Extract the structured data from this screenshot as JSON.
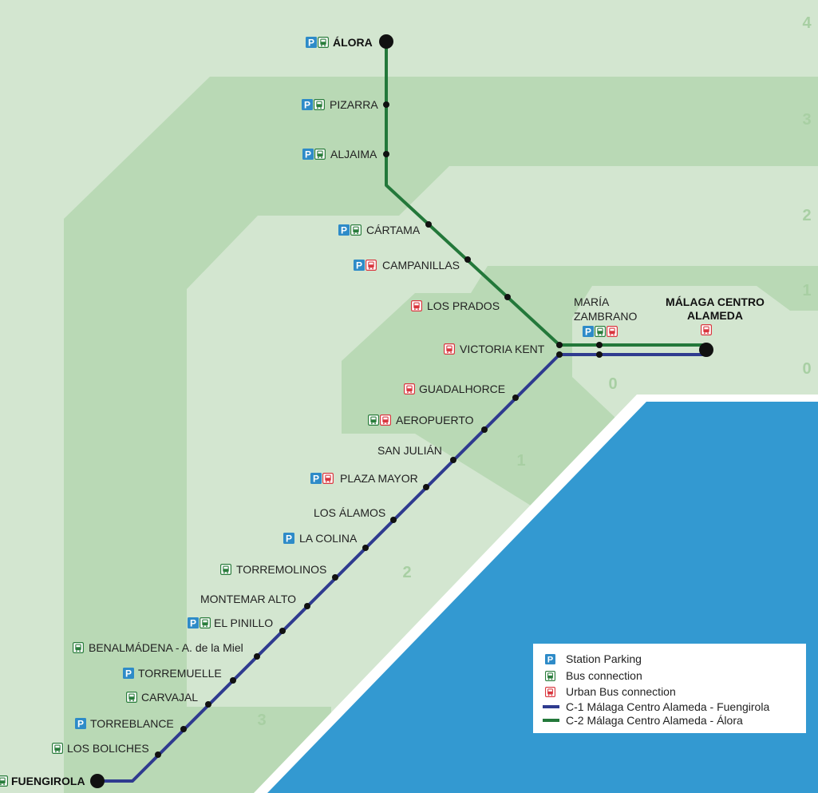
{
  "colors": {
    "background": "#d3e6d0",
    "zone_light": "#d3e6d0",
    "zone_mid": "#b9d9b5",
    "zone_tone": "#c8e0c4",
    "sea": "#3399d1",
    "line_c1": "#2f3b8f",
    "line_c2": "#23783a",
    "parking": "#2e8bc8",
    "bus": "#2a7d3c",
    "urban_bus": "#d9363e"
  },
  "zones": {
    "z4": "4",
    "z3": "3",
    "z2": "2",
    "z1": "1",
    "z0_east": "0",
    "z0": "0",
    "z1_inner": "1",
    "z2_inner": "2",
    "z3_inner": "3"
  },
  "stations": {
    "alora": {
      "name": "ÁLORA",
      "icons": [
        "parking",
        "bus"
      ]
    },
    "pizarra": {
      "name": "PIZARRA",
      "icons": [
        "parking",
        "bus"
      ]
    },
    "aljaima": {
      "name": "ALJAIMA",
      "icons": [
        "parking",
        "bus"
      ]
    },
    "cartama": {
      "name": "CÁRTAMA",
      "icons": [
        "parking",
        "bus"
      ]
    },
    "campanillas": {
      "name": "CAMPANILLAS",
      "icons": [
        "parking",
        "urban-bus"
      ]
    },
    "los_prados": {
      "name": "LOS PRADOS",
      "icons": [
        "urban-bus"
      ]
    },
    "victoria_kent": {
      "name": "VICTORIA KENT",
      "icons": [
        "urban-bus"
      ]
    },
    "maria_zambrano": {
      "name_line1": "MARÍA",
      "name_line2": "ZAMBRANO",
      "icons": [
        "parking",
        "bus",
        "urban-bus"
      ]
    },
    "malaga_centro": {
      "name_line1": "MÁLAGA CENTRO",
      "name_line2": "ALAMEDA",
      "icons": [
        "urban-bus"
      ]
    },
    "guadalhorce": {
      "name": "GUADALHORCE",
      "icons": [
        "urban-bus"
      ]
    },
    "aeropuerto": {
      "name": "AEROPUERTO",
      "icons": [
        "bus",
        "urban-bus"
      ]
    },
    "san_julian": {
      "name": "SAN JULIÁN",
      "icons": []
    },
    "plaza_mayor": {
      "name": "PLAZA MAYOR",
      "icons": [
        "parking",
        "urban-bus"
      ]
    },
    "los_alamos": {
      "name": "LOS ÁLAMOS",
      "icons": []
    },
    "la_colina": {
      "name": "LA COLINA",
      "icons": [
        "parking"
      ]
    },
    "torremolinos": {
      "name": "TORREMOLINOS",
      "icons": [
        "bus"
      ]
    },
    "montemar_alto": {
      "name": "MONTEMAR ALTO",
      "icons": []
    },
    "el_pinillo": {
      "name": "EL PINILLO",
      "icons": [
        "parking",
        "bus"
      ]
    },
    "benalmadena": {
      "name": "BENALMÁDENA - A. de la Miel",
      "icons": [
        "bus"
      ]
    },
    "torremuelle": {
      "name": "TORREMUELLE",
      "icons": [
        "parking"
      ]
    },
    "carvajal": {
      "name": "CARVAJAL",
      "icons": [
        "bus"
      ]
    },
    "torreblance": {
      "name": "TORREBLANCE",
      "icons": [
        "parking"
      ]
    },
    "los_boliches": {
      "name": "LOS BOLICHES",
      "icons": [
        "bus"
      ]
    },
    "fuengirola": {
      "name": "FUENGIROLA",
      "icons": [
        "bus"
      ]
    }
  },
  "legend": {
    "parking": "Station Parking",
    "bus": "Bus connection",
    "urban_bus": "Urban Bus connection",
    "c1": "C-1  Málaga Centro Alameda - Fuengirola",
    "c2": "C-2  Málaga Centro Alameda - Álora"
  },
  "icon_glyphs": {
    "parking": "P"
  }
}
